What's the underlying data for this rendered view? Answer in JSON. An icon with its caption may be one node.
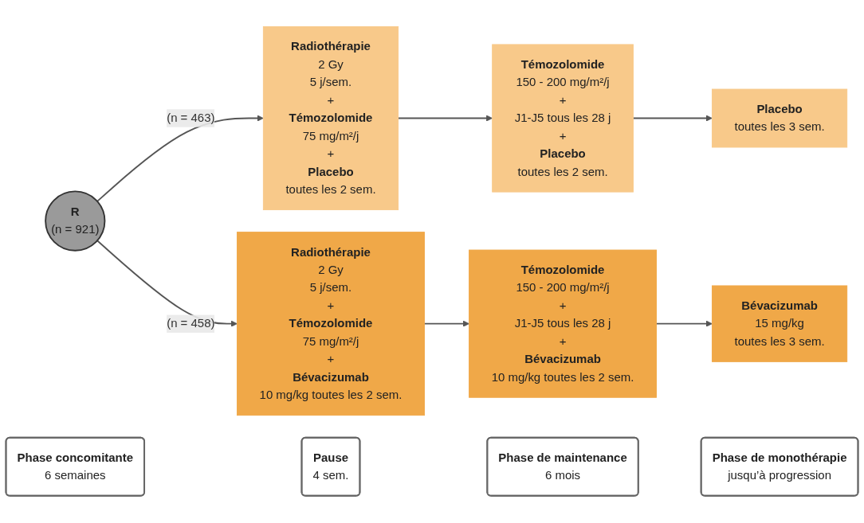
{
  "diagram": {
    "nodes": [
      {
        "text": [
          "R",
          "(n = 921)"
        ]
      },
      {
        "text": [
          "Radiothérapie",
          "2 Gy",
          "5 j/sem.",
          "+",
          "Témozolomide",
          "75 mg/m²/j",
          "+",
          "Placebo",
          "toutes les 2 sem."
        ]
      },
      {
        "text": [
          "Témozolomide",
          "150 - 200 mg/m²/j",
          "+",
          "J1-J5 tous les 28 j",
          "+",
          "Placebo",
          "toutes les 2 sem."
        ]
      },
      {
        "text": [
          "Placebo",
          "toutes les 3 sem."
        ]
      },
      {
        "text": [
          "Radiothérapie",
          "2 Gy",
          "5 j/sem.",
          "+",
          "Témozolomide",
          "75 mg/m²/j",
          "+",
          "Bévacizumab",
          "10 mg/kg toutes les 2 sem."
        ]
      },
      {
        "text": [
          "Témozolomide",
          "150 - 200 mg/m²/j",
          "+",
          "J1-J5 tous les 28 j",
          "+",
          "Bévacizumab",
          "10 mg/kg toutes les 2 sem."
        ]
      },
      {
        "text": [
          "Bévacizumab",
          "15 mg/kg",
          "toutes les 3 sem."
        ]
      },
      {
        "text": [
          "Phase concomitante",
          "6 semaines"
        ]
      },
      {
        "text": [
          "Pause",
          "4 sem."
        ]
      },
      {
        "text": [
          "Phase de maintenance",
          "6 mois"
        ]
      },
      {
        "text": [
          "Phase de monothérapie",
          "jusqu’à progression"
        ]
      }
    ],
    "edges": [
      {
        "from": 0,
        "to": 1,
        "arrow": "to",
        "label": "(n = 463)"
      },
      {
        "from": 0,
        "to": 4,
        "arrow": "to",
        "label": "(n = 458)"
      },
      {
        "from": 1,
        "to": 2,
        "arrow": "to"
      },
      {
        "from": 2,
        "to": 3,
        "arrow": "to"
      },
      {
        "from": 4,
        "to": 5,
        "arrow": "to"
      },
      {
        "from": 5,
        "to": 6,
        "arrow": "to"
      }
    ]
  }
}
